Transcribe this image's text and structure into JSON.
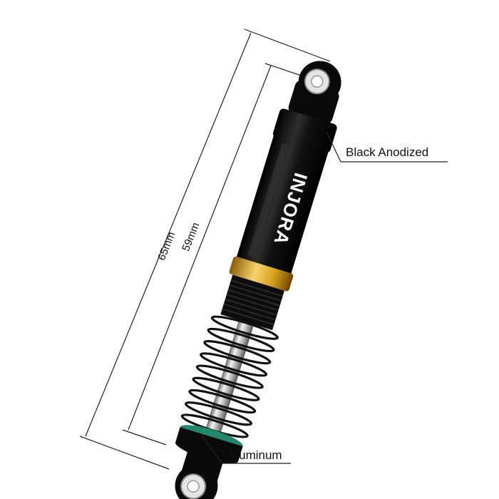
{
  "product": {
    "brand": "INJORA",
    "colors": {
      "body": "#0a0a0a",
      "highlight": "#3a3a3a",
      "gold_ring": "#d9a21b",
      "gold_light": "#f6d36a",
      "chrome": "#c9c9c9",
      "chrome_dark": "#7a7a7a",
      "spring": "#111111",
      "oring": "#1f8a6b",
      "bushing": "#d8d8d8"
    }
  },
  "dimensions": {
    "overall_label": "65mm",
    "eye_to_eye_label": "59mm"
  },
  "callouts": {
    "body_label": "Black Anodized",
    "mount_label": "Aluminum"
  }
}
